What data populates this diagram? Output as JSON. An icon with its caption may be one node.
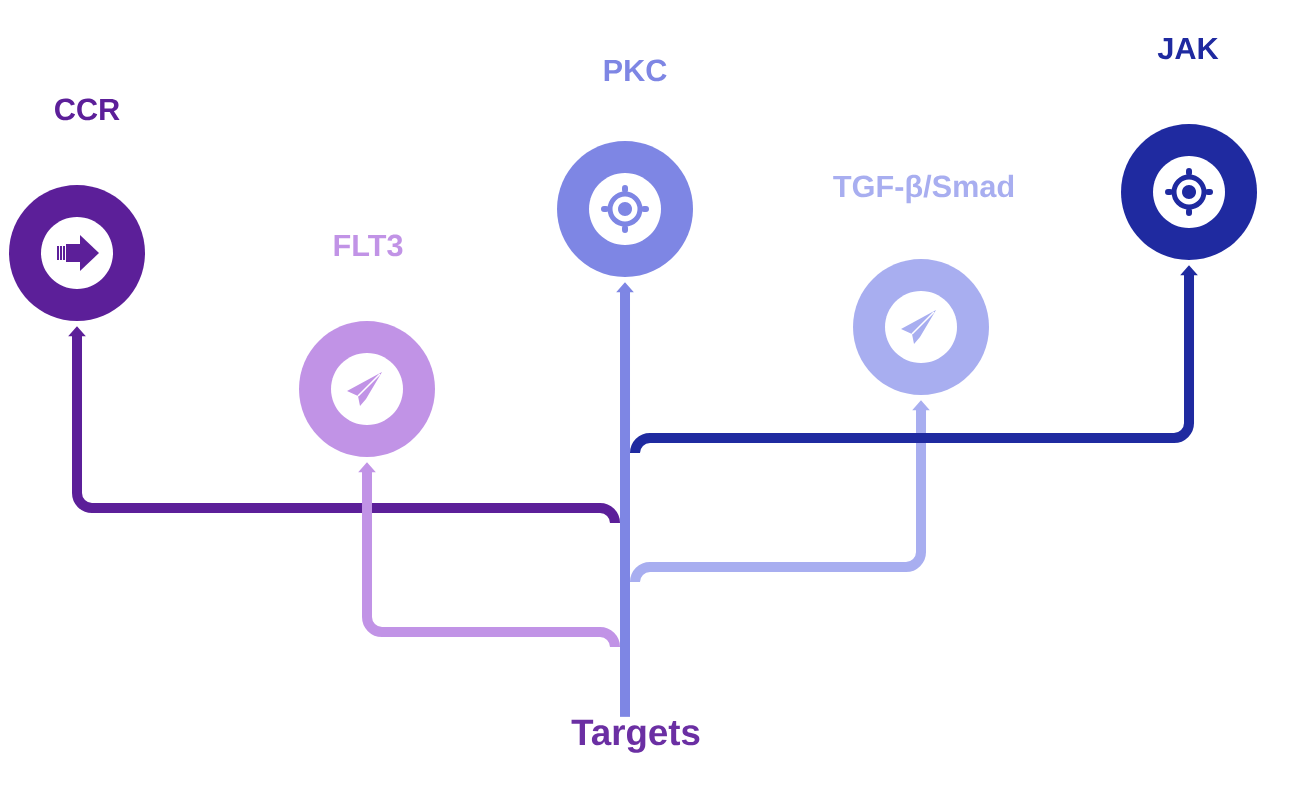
{
  "diagram": {
    "nodes": [
      {
        "text": [
          "CCR"
        ]
      },
      {
        "text": [
          "FLT3"
        ]
      },
      {
        "text": [
          "PKC"
        ]
      },
      {
        "text": [
          "TGF-β/Smad"
        ]
      },
      {
        "text": [
          "JAK"
        ]
      },
      {
        "text": [
          "Targets"
        ]
      }
    ],
    "edges": [
      {
        "from": 5,
        "to": 0,
        "arrow": "to",
        "color": "#5c1f99"
      },
      {
        "from": 5,
        "to": 1,
        "arrow": "to",
        "color": "#c193e6"
      },
      {
        "from": 5,
        "to": 2,
        "arrow": "to",
        "color": "#7e86e4"
      },
      {
        "from": 5,
        "to": 3,
        "arrow": "to",
        "color": "#a8aef0"
      },
      {
        "from": 5,
        "to": 4,
        "arrow": "to",
        "color": "#1f2aa0"
      }
    ]
  }
}
